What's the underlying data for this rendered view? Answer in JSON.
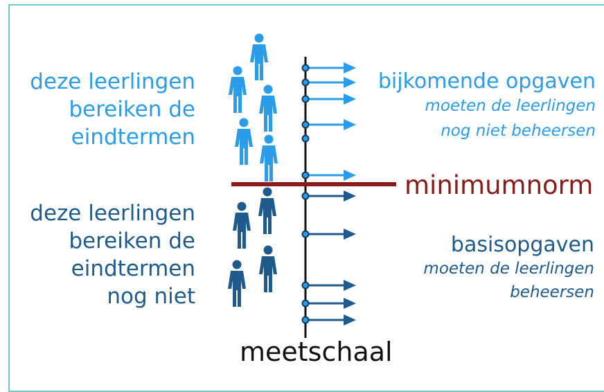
{
  "upper_left": [
    "deze leerlingen",
    "bereiken de",
    "eindtermen"
  ],
  "lower_left": [
    "deze leerlingen",
    "bereiken de",
    "eindtermen",
    "nog niet"
  ],
  "upper_right": {
    "title": "bijkomende opgaven",
    "note": [
      "moeten de leerlingen",
      "nog niet beheersen"
    ]
  },
  "lower_right": {
    "title": "basisopgaven",
    "note": [
      "moeten de leerlingen",
      "beheersen"
    ]
  },
  "norm_label": "minimumnorm",
  "axis_label": "meetschaal",
  "colors": {
    "light_blue": "#2a9ce8",
    "dark_blue": "#1e5a8c",
    "norm_red": "#8b1a1a",
    "frame": "#6fc6c4"
  },
  "icons": {
    "person": "person-icon",
    "arrow": "arrow-right-icon"
  }
}
